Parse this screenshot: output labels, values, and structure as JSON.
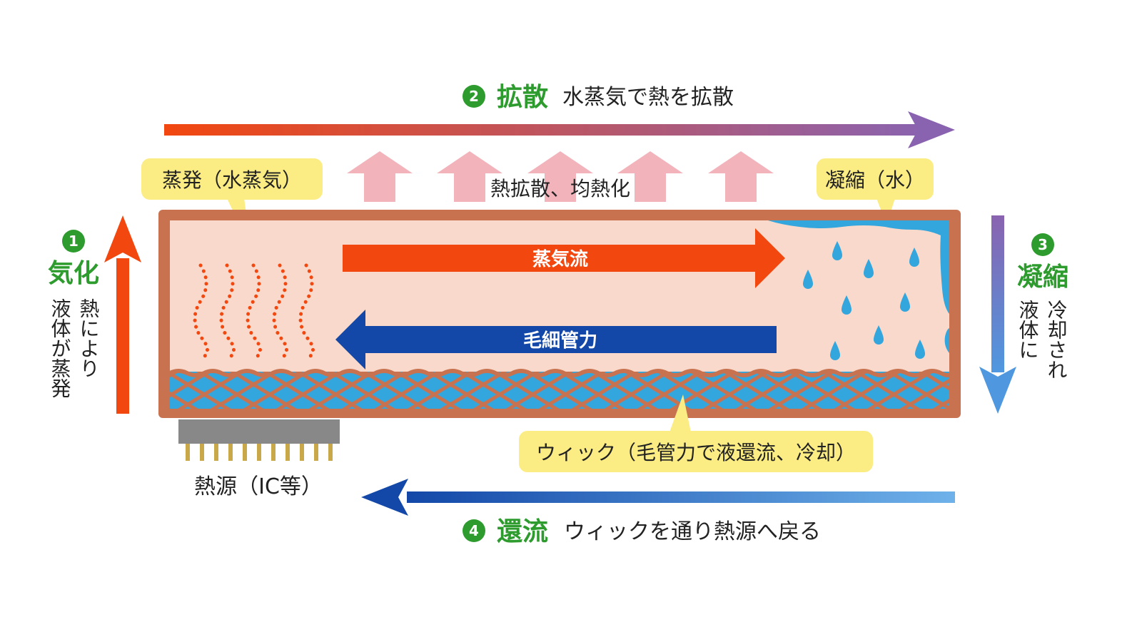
{
  "steps": {
    "s1": {
      "num": "1",
      "title": "気化",
      "desc_col1": "熱により",
      "desc_col2": "液体が蒸発"
    },
    "s2": {
      "num": "2",
      "title": "拡散",
      "desc": "水蒸気で熱を拡散"
    },
    "s3": {
      "num": "3",
      "title": "凝縮",
      "desc_col1": "冷却され",
      "desc_col2": "液体に"
    },
    "s4": {
      "num": "4",
      "title": "還流",
      "desc": "ウィックを通り熱源へ戻る"
    }
  },
  "callouts": {
    "evaporation": "蒸発（水蒸気）",
    "condensation": "凝縮（水）",
    "wick": "ウィック（毛管力で液還流、冷却）"
  },
  "labels": {
    "heat_spread": "熱拡散、均熱化",
    "vapor_flow": "蒸気流",
    "capillary": "毛細管力",
    "heat_source": "熱源（IC等）"
  },
  "colors": {
    "step_green": "#2e9b2e",
    "vapor_arrow": "#f2470f",
    "capillary_arrow": "#1348a8",
    "pipe_shell": "#c8724f",
    "pipe_inner": "#f8d9cb",
    "wick_blue": "#33a6dd",
    "callout_yellow": "#fbec84",
    "heat_up_arrows": "#f2b3bb"
  }
}
